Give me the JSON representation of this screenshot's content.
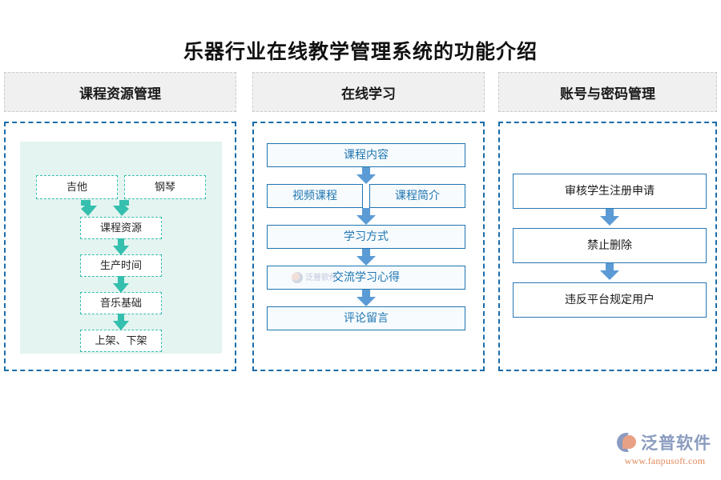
{
  "page": {
    "title": "乐器行业在线教学管理系统的功能介绍",
    "background": "#ffffff"
  },
  "theme": {
    "header_bg": "#f0f0f0",
    "header_border": "#c9c9c9",
    "panel_border": "#1b6ca8",
    "teal": "#35bfae",
    "mint_bg": "#e4f4f0",
    "blue": "#1f75b0",
    "blue_arrow": "#5b9bd5",
    "text_dark": "#1a1a1a"
  },
  "columns": [
    {
      "header": "课程资源管理",
      "nodes": [
        {
          "label": "吉他"
        },
        {
          "label": "钢琴"
        },
        {
          "label": "课程资源"
        },
        {
          "label": "生产时间"
        },
        {
          "label": "音乐基础"
        },
        {
          "label": "上架、下架"
        }
      ]
    },
    {
      "header": "在线学习",
      "nodes": [
        {
          "label": "课程内容"
        },
        {
          "label": "视频课程"
        },
        {
          "label": "课程简介"
        },
        {
          "label": "学习方式"
        },
        {
          "label": "交流学习心得"
        },
        {
          "label": "评论留言"
        }
      ]
    },
    {
      "header": "账号与密码管理",
      "nodes": [
        {
          "label": "审核学生注册申请"
        },
        {
          "label": "禁止删除"
        },
        {
          "label": "违反平台规定用户"
        }
      ]
    }
  ],
  "watermark": {
    "inline_text": "泛普软件"
  },
  "footer": {
    "brand": "泛普软件",
    "url": "www.fanpusoft.com"
  }
}
